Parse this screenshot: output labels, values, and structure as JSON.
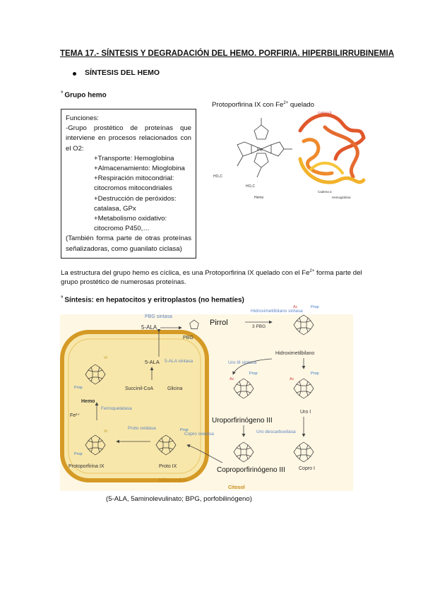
{
  "title": "TEMA 17.- SÍNTESIS Y DEGRADACIÓN DEL HEMO. PORFIRIA. HIPERBILIRRUBINEMIA",
  "section": "SÍNTESIS DEL HEMO",
  "grupo_hemo": {
    "heading": "Grupo hemo",
    "box_lines": [
      "Funciones:",
      "-Grupo prostético de proteínas que interviene en procesos relacionados con el O2:",
      "+Transporte: Hemoglobina",
      "+Almacenamiento: Mioglobina",
      "+Respiración mitocondrial: citocromos mitocondriales",
      "+Destrucción de peróxidos: catalasa, GPx",
      "+Metabolismo oxidativo: citocromo P450,…",
      "(También forma parte de otras proteínas señalizadoras, como guanilato ciclasa)"
    ],
    "figure_caption": "Protoporfirina IX con Fe",
    "figure_caption_sup": "2+",
    "figure_caption_end": " quelado",
    "figure_labels": {
      "cadena": "Cadena β",
      "hemo": "Hemo",
      "hemoglobina": "Hemoglobina",
      "cadena_a": "Cadena α",
      "ho2c1": "HO₂C",
      "ho2c2": "HO₂C"
    }
  },
  "paragraph": {
    "part1": "La estructura del grupo hemo es cíclica, es una Protoporfirina IX quelado con el Fe",
    "sup": "2+",
    "part2": " forma parte del grupo prostético de numerosas proteínas."
  },
  "sintesis": {
    "heading": "Síntesis: en hepatocitos y eritroplastos (no hematíes)",
    "labels": {
      "pbg_sintasa": "PBG sintasa",
      "ala_top": "5-ALA",
      "pbg": "PBG",
      "pirrol": "Pirrol",
      "hmb_sintasa": "Hidroximetilbilano sintasa",
      "three_pbg": "3 PBG",
      "hidroximetilbilano": "Hidroximetilbilano",
      "uro3_sintasa": "Uro III sintasa",
      "ala_mid": "5-ALA",
      "ala_sintasa": "5-ALA sintasa",
      "succinil": "Succinil-CoA",
      "glicina": "Glicina",
      "hemo": "Hemo",
      "fe": "Fe²⁺",
      "ferroquelatasa": "Ferroquelatasa",
      "proto_oxidasa": "Proto oxidasa",
      "copro_oxidasa": "Copro oxidasa",
      "protoporfirina": "Protoporfirina IX",
      "protoix": "Proto IX",
      "mitocondria": "Mitocondria",
      "citosol": "Citosol",
      "uroporfirinogeno": "Uroporfirinógeno III",
      "uro_i": "Uro I",
      "uro_descarbox": "Uro descarboxilasa",
      "coproporfirinogeno": "Coproporfirinógeno III",
      "copro_i": "Copro I",
      "ac": "Ac",
      "prop": "Prop",
      "vi": "Vi"
    }
  },
  "bottom_caption": "(5-ALA, 5aminolevulinato; BPG, porfobilinógeno)",
  "colors": {
    "mito_border": "#d59a25",
    "mito_fill": "#f8e7ab",
    "citosol_bg": "#fef7e4",
    "blue_label": "#5f86c4",
    "ac_red": "#d14343",
    "prop_blue": "#3b79c4",
    "vi_yellow": "#b8961f"
  }
}
